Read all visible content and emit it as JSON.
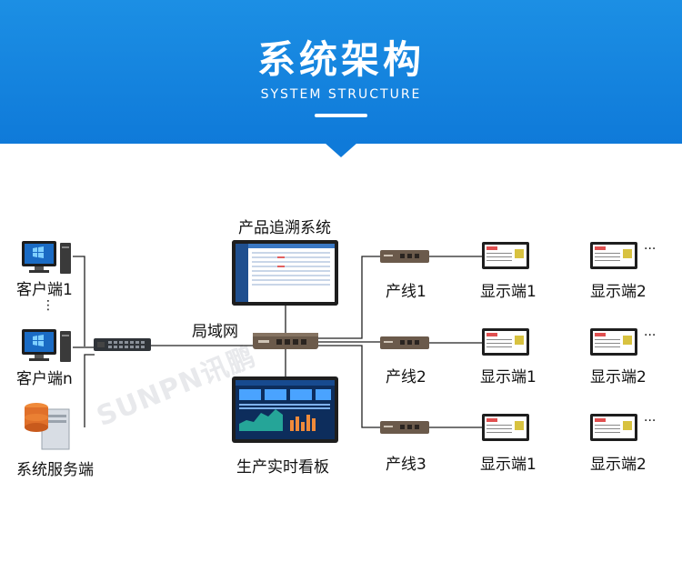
{
  "header": {
    "title": "系统架构",
    "subtitle": "SYSTEM STRUCTURE"
  },
  "watermark": "SUNPN讯鹏",
  "nodes": {
    "client1": "客户端1",
    "dots": "⋮",
    "clientn": "客户端n",
    "server": "系统服务端",
    "traceability": "产品追溯系统",
    "lan": "局域网",
    "dashboard": "生产实时看板",
    "lines": [
      {
        "name": "产线1",
        "display1": "显示端1",
        "display2": "显示端2"
      },
      {
        "name": "产线2",
        "display1": "显示端1",
        "display2": "显示端2"
      },
      {
        "name": "产线3",
        "display1": "显示端1",
        "display2": "显示端2"
      }
    ],
    "more": "···"
  },
  "colors": {
    "banner": "#1c8fe4",
    "line": "#222222",
    "router": "#6b5a4b"
  }
}
